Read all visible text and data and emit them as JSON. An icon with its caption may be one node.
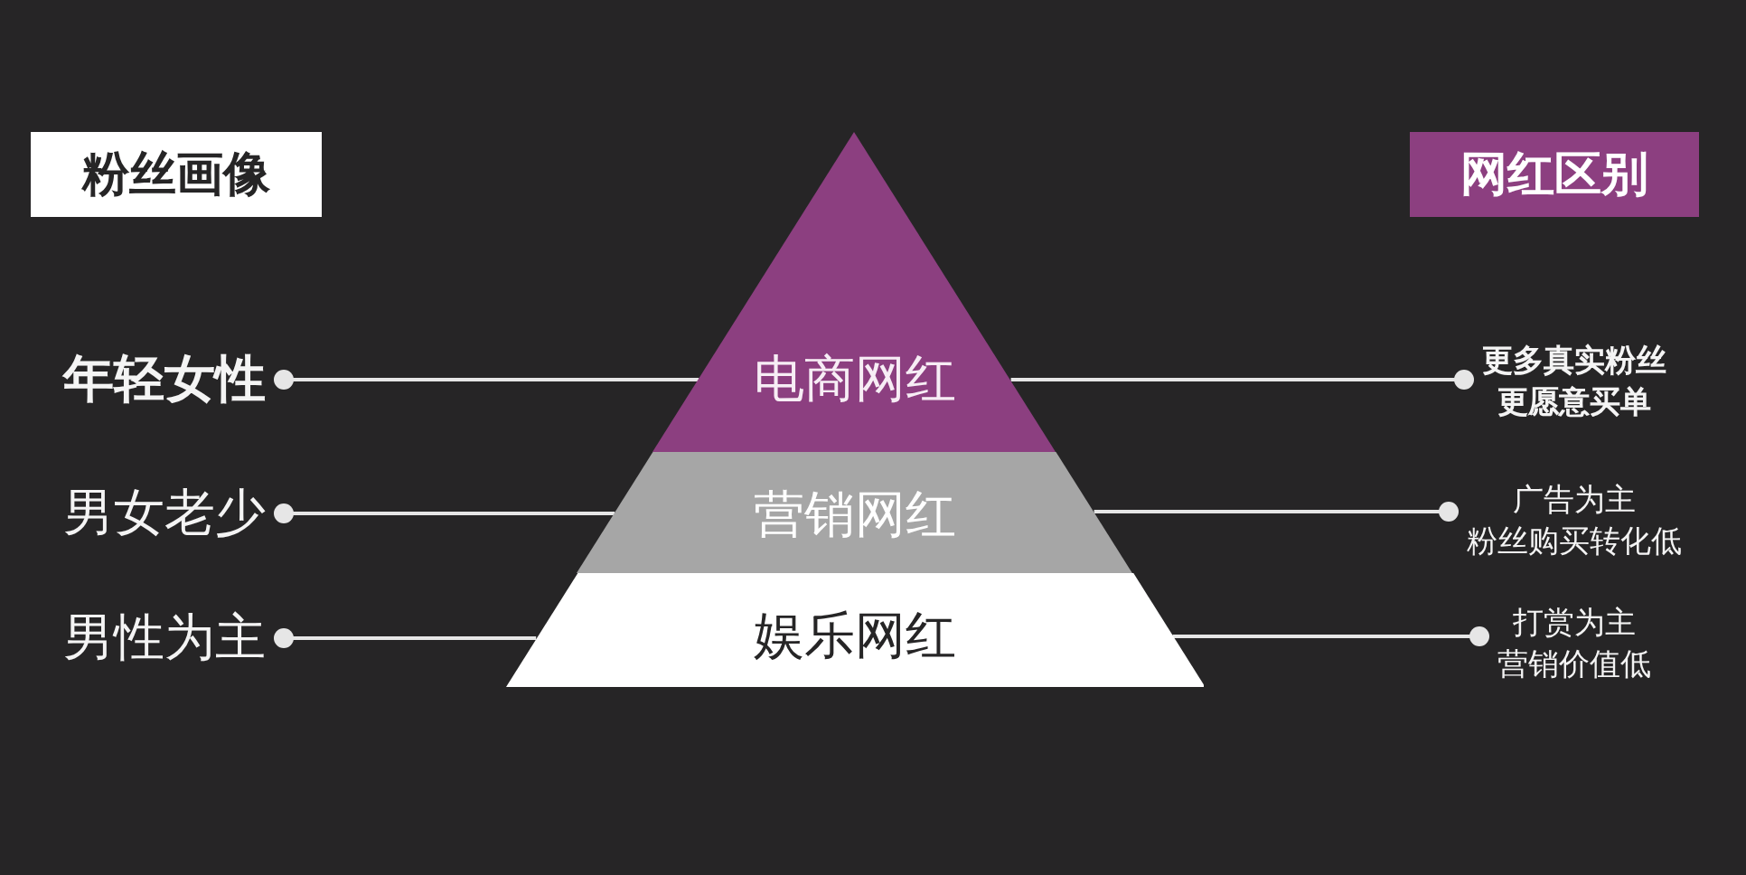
{
  "diagram": {
    "nodes": [
      {
        "text": [
          "粉丝画像"
        ]
      },
      {
        "text": [
          "网红区别"
        ]
      },
      {
        "text": [
          "年轻女性"
        ]
      },
      {
        "text": [
          "电商网红"
        ]
      },
      {
        "text": [
          "更多真实粉丝更愿意买单"
        ]
      },
      {
        "text": [
          "男女老少"
        ]
      },
      {
        "text": [
          "营销网红"
        ]
      },
      {
        "text": [
          "广告为主粉丝购买转化低"
        ]
      },
      {
        "text": [
          "男性为主"
        ]
      },
      {
        "text": [
          "娱乐网红"
        ]
      },
      {
        "text": [
          "打赏为主营销价值低"
        ]
      }
    ],
    "edges": [
      {
        "from": 2,
        "to": 3,
        "arrow": "other"
      },
      {
        "from": 4,
        "to": 3,
        "arrow": "other"
      },
      {
        "from": 5,
        "to": 6,
        "arrow": "other"
      },
      {
        "from": 7,
        "to": 6,
        "arrow": "other"
      },
      {
        "from": 8,
        "to": 9,
        "arrow": "other"
      },
      {
        "from": 10,
        "to": 9,
        "arrow": "other"
      }
    ]
  }
}
